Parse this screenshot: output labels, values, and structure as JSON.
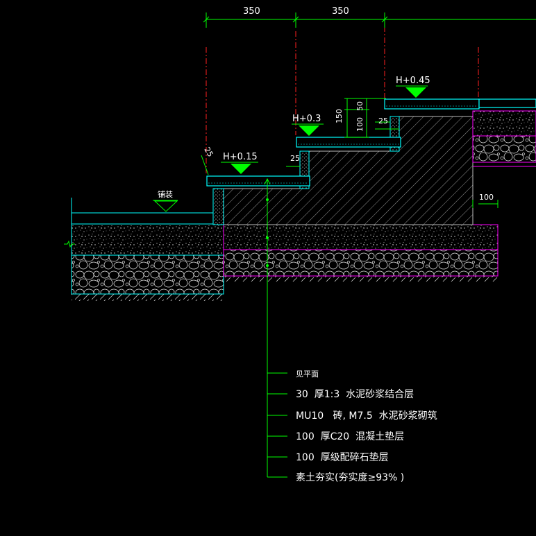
{
  "colors": {
    "background": "#000000",
    "dimension_line": "#00ff00",
    "leader_line": "#00ff00",
    "centerline": "#ff2020",
    "surface_line": "#00ffff",
    "layer_outline": "#ff00ff",
    "hatch": "#c8c8c8",
    "elevation_marker": "#00ff00",
    "text": "#ffffff"
  },
  "dimensions": {
    "top_left": "350",
    "top_right": "350",
    "riser_150": "150",
    "riser_50": "50",
    "riser_100": "100",
    "mortar_25_upper": "25",
    "mortar_25_lower": "25",
    "edge_offset": "100",
    "nosing": "25"
  },
  "elevations": {
    "step1": "H+0.15",
    "step2": "H+0.3",
    "step3": "H+0.45",
    "paving": "铺装"
  },
  "layers": [
    "见平面",
    "30  厚1:3  水泥砂浆结合层",
    "MU10   砖, M7.5  水泥砂浆砌筑",
    "100  厚C20  混凝土垫层",
    "100  厚级配碎石垫层",
    "素土夯实(夯实度≥93% )"
  ]
}
